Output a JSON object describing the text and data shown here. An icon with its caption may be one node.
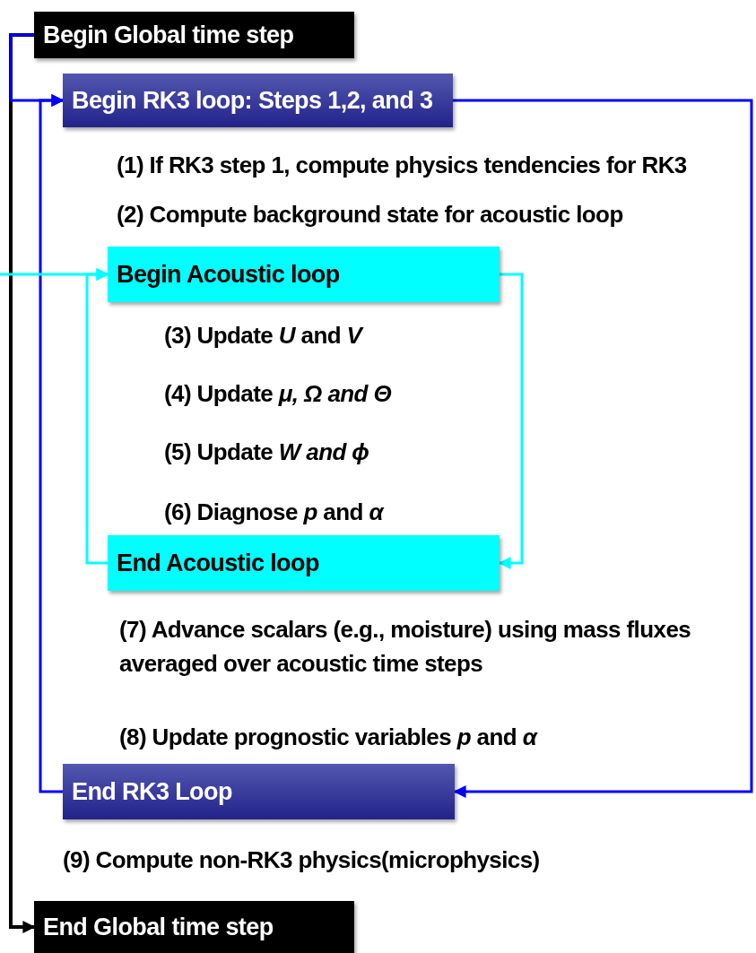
{
  "diagram": {
    "nodes": [
      {
        "text": [
          "Begin Global time step"
        ]
      },
      {
        "text": [
          "Begin RK3 loop: Steps 1,2, and 3"
        ]
      },
      {
        "text": [
          "Begin Acoustic loop"
        ]
      },
      {
        "text": [
          "End Acoustic loop"
        ]
      },
      {
        "text": [
          "End RK3 Loop"
        ]
      },
      {
        "text": [
          "End Global time step"
        ]
      }
    ],
    "edges": [
      {
        "from": 0,
        "to": 5,
        "arrow": "to",
        "color": "#000000"
      },
      {
        "from": 0,
        "to": 1,
        "arrow": "to",
        "color": "#0000ff"
      },
      {
        "from": 4,
        "to": 1,
        "arrow": "to",
        "color": "#0000ff"
      },
      {
        "from": 1,
        "to": 4,
        "arrow": "to",
        "color": "#0000ff"
      },
      {
        "from": null,
        "to": 2,
        "arrow": "to",
        "color": "#00ffff"
      },
      {
        "from": 3,
        "to": 2,
        "arrow": "to",
        "color": "#00ffff"
      },
      {
        "from": 2,
        "to": 3,
        "arrow": "to",
        "color": "#00ffff"
      }
    ],
    "labels": [
      "(1) If RK3 step 1, compute physics tendencies for RK3",
      "(2) Compute background state for acoustic loop",
      "(3) Update *U* and *V*",
      "(4) Update *μ, Ω and Θ*",
      "(5) Update *W and ɸ*",
      "(6) Diagnose *p* and *α*",
      "(7) Advance scalars (e.g., moisture) using mass fluxes averaged over acoustic time steps",
      "(8) Update prognostic variables *p* and *α*",
      "(9) Compute non-RK3 physics(microphysics)"
    ]
  }
}
